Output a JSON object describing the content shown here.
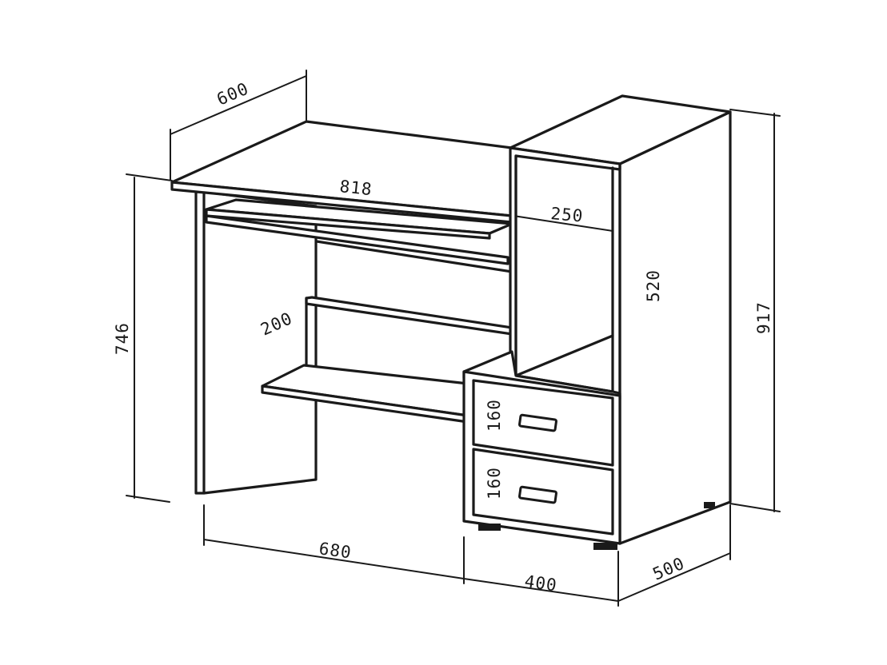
{
  "dimensions": {
    "top_depth": "600",
    "top_width": "818",
    "shelf_depth": "250",
    "shelf_height": "520",
    "total_height": "917",
    "desk_height": "746",
    "shelf_inset": "200",
    "drawer_top_height": "160",
    "drawer_bottom_height": "160",
    "desk_width": "680",
    "cabinet_width": "400",
    "cabinet_depth": "500"
  },
  "style": {
    "line_color": "#1a1a1a",
    "background": "#ffffff"
  }
}
